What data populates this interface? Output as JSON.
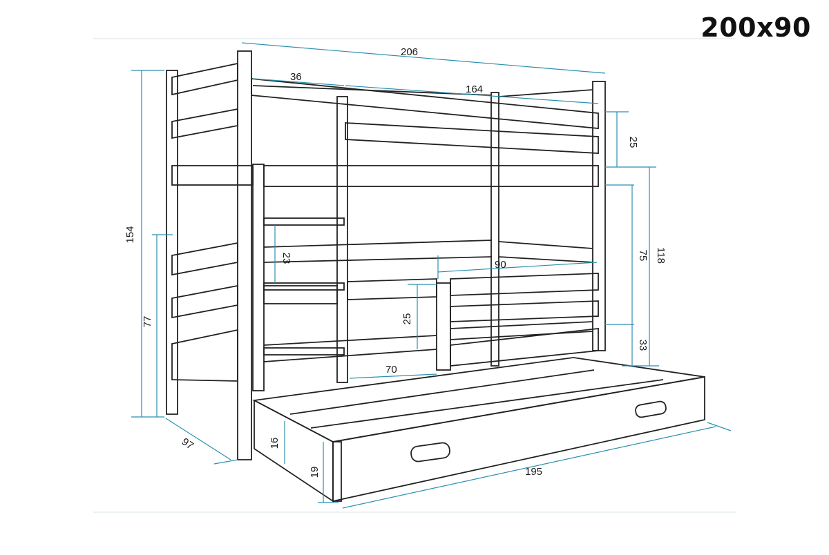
{
  "size_label": "200x90",
  "accent_color": "#2b8fb0",
  "dimensions": {
    "overall_length": "206",
    "ladder_offset": "36",
    "upper_bed_length": "164",
    "top_rail_height": "25",
    "total_height": "154",
    "lower_bed_height": "77",
    "ladder_step": "23",
    "inner_width": "90",
    "guard_height": "25",
    "guard_length": "70",
    "upper_clearance": "75",
    "upper_total": "118",
    "lower_rail": "33",
    "depth": "97",
    "drawer_inner_height": "16",
    "drawer_height": "19",
    "drawer_length": "195"
  }
}
